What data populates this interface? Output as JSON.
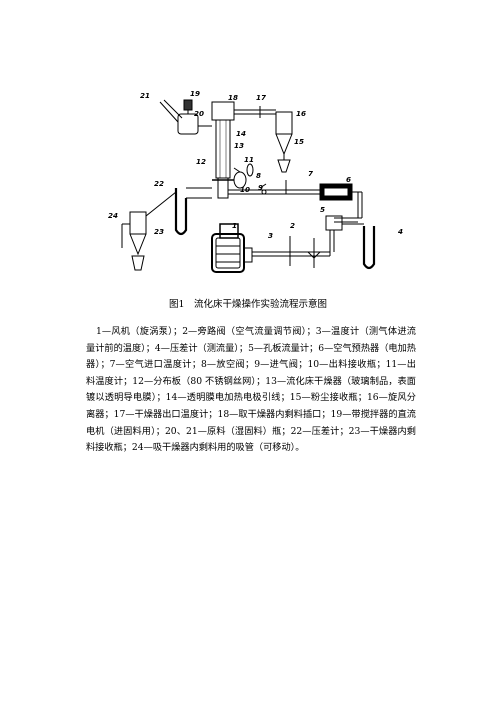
{
  "figure": {
    "labels": {
      "l1": "1",
      "l2": "2",
      "l3": "3",
      "l4": "4",
      "l5": "5",
      "l6": "6",
      "l7": "7",
      "l8": "8",
      "l9": "9",
      "l10": "10",
      "l11": "11",
      "l12": "12",
      "l13": "13",
      "l14": "14",
      "l15": "15",
      "l16": "16",
      "l17": "17",
      "l18": "18",
      "l19": "19",
      "l20": "20",
      "l21": "21",
      "l22": "22",
      "l23": "23",
      "l24": "24"
    },
    "caption": "图1　流化床干燥操作实验流程示意图"
  },
  "legend_text": "1—风机（旋涡泵）；2—旁路阀（空气流量调节阀）；3—温度计（测气体进流量计前的温度）；4—压差计（测流量）；5—孔板流量计；6—空气预热器（电加热器）；7—空气进口温度计；8—放空阀；9—进气阀；10—出料接收瓶；11—出料温度计；12—分布板（80 不锈钢丝网）；13—流化床干燥器（玻璃制品，表面镀以透明导电膜）；14—透明膜电加热电极引线；15—粉尘接收瓶；16—旋风分离器；17—干燥器出口温度计；18—取干燥器内剩料插口；19—带搅拌器的直流电机（进固料用）；20、21—原料（湿固料）瓶；22—压差计；23—干燥器内剩料接收瓶；24—吸干燥器内剩料用的吸管（可移动）。"
}
